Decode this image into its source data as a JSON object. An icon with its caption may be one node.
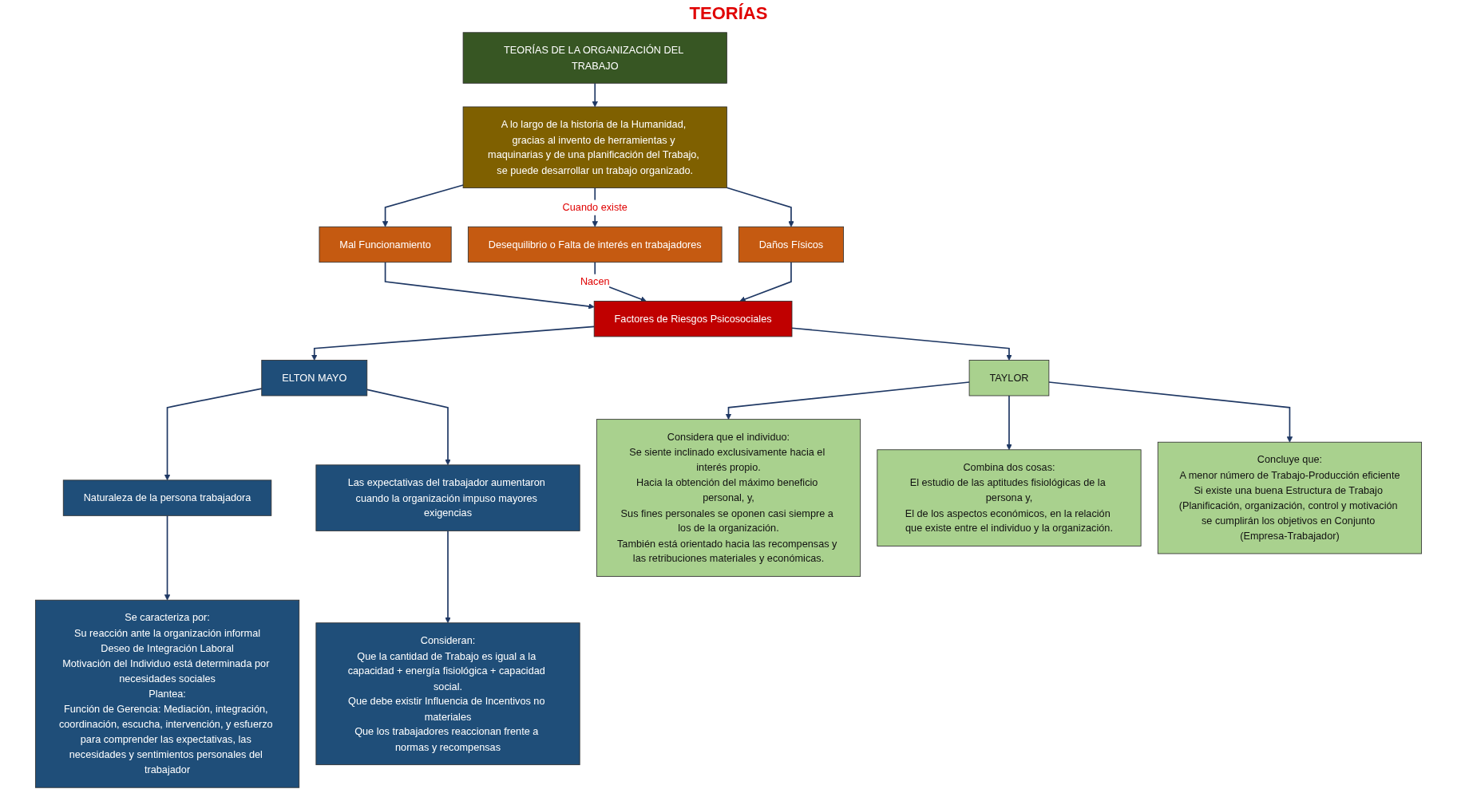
{
  "diagram": {
    "nodes": [
      {
        "text": [
          "TEORÍAS DE LA ORGANIZACIÓN DEL TRABAJO"
        ]
      },
      {
        "text": [
          "A lo largo de la historia de la Humanidad, gracias al invento de herramientas y maquinarias y de una planificación del Trabajo, se puede desarrollar un trabajo organizado."
        ]
      },
      {
        "text": [
          "Mal Funcionamiento"
        ]
      },
      {
        "text": [
          "Desequilibrio o Falta de interés en trabajadores"
        ]
      },
      {
        "text": [
          "Daños Físicos"
        ]
      },
      {
        "text": [
          "Factores de Riesgos Psicosociales"
        ]
      },
      {
        "text": [
          "ELTON MAYO"
        ]
      },
      {
        "text": [
          "TAYLOR"
        ]
      },
      {
        "text": [
          "Naturaleza de la persona trabajadora"
        ]
      },
      {
        "text": [
          "Las expectativas del trabajador aumentaron cuando la organización impuso mayores exigencias"
        ]
      },
      {
        "text": [
          "Se caracteriza por:",
          "Su reacción ante la organización informal",
          "Deseo de Integración Laboral",
          "Motivación del Individuo está determinada por necesidades sociales",
          "Plantea:",
          "Función de Gerencia: Mediación, integración, coordinación, escucha, intervención, y esfuerzo para comprender las expectativas, las necesidades y sentimientos personales del trabajador"
        ]
      },
      {
        "text": [
          "Consideran:",
          "Que la cantidad de Trabajo es igual a la capacidad + energía fisiológica + capacidad social.",
          "Que debe existir Influencia de Incentivos no materiales",
          "Que los trabajadores reaccionan frente a normas y recompensas"
        ]
      },
      {
        "text": [
          "Considera que el individuo:",
          "Se siente inclinado exclusivamente hacia el interés propio.",
          "Hacia la obtención del máximo beneficio personal, y,",
          "Sus fines personales se oponen casi siempre a los de la organización.",
          "También está orientado hacia las recompensas y las retribuciones materiales y económicas."
        ]
      },
      {
        "text": [
          "Combina dos cosas:",
          "El estudio de las aptitudes fisiológicas de la persona y,",
          "El de los aspectos económicos, en la relación que existe entre el individuo y la organización."
        ]
      },
      {
        "text": [
          "Concluye que:",
          "A menor número de Trabajo-Producción eficiente",
          "Si existe una buena Estructura de Trabajo (Planificación, organización, control y motivación se cumplirán los objetivos en Conjunto (Empresa-Trabajador)"
        ]
      }
    ],
    "edges": [
      {
        "from": 0,
        "to": 1,
        "arrow": "to"
      },
      {
        "from": 1,
        "to": 2,
        "arrow": "to"
      },
      {
        "from": 1,
        "to": 3,
        "arrow": "to",
        "label": "Cuando existe"
      },
      {
        "from": 1,
        "to": 4,
        "arrow": "to"
      },
      {
        "from": 2,
        "to": 5,
        "arrow": "to"
      },
      {
        "from": 3,
        "to": 5,
        "arrow": "to",
        "label": "Nacen"
      },
      {
        "from": 4,
        "to": 5,
        "arrow": "to"
      },
      {
        "from": 5,
        "to": 6,
        "arrow": "to"
      },
      {
        "from": 5,
        "to": 7,
        "arrow": "to"
      },
      {
        "from": 6,
        "to": 8,
        "arrow": "to"
      },
      {
        "from": 6,
        "to": 9,
        "arrow": "to"
      },
      {
        "from": 8,
        "to": 10,
        "arrow": "to"
      },
      {
        "from": 9,
        "to": 11,
        "arrow": "to"
      },
      {
        "from": 7,
        "to": 12,
        "arrow": "to"
      },
      {
        "from": 7,
        "to": 13,
        "arrow": "to"
      },
      {
        "from": 7,
        "to": 14,
        "arrow": "to"
      }
    ],
    "labels": [
      "TEORÍAS"
    ]
  }
}
